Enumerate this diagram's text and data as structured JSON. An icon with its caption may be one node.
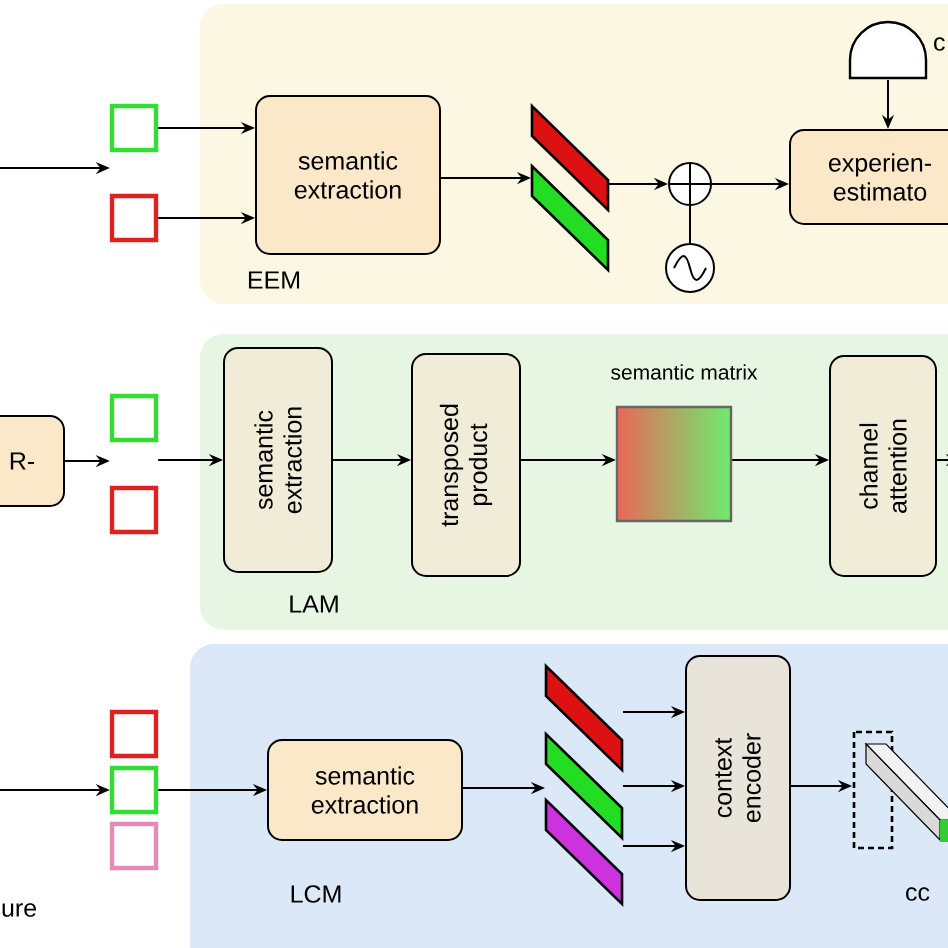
{
  "diagram": {
    "nodes": [
      {
        "text": [
          "EEM"
        ]
      },
      {
        "text": [],
        "shape": "box"
      },
      {
        "text": [],
        "shape": "box"
      },
      {
        "text": [
          "semantic extraction"
        ],
        "in": 0
      },
      {
        "text": [],
        "shape": "parallelogram",
        "in": 0
      },
      {
        "text": [],
        "shape": "parallelogram",
        "in": 0
      },
      {
        "text": [],
        "shape": "circle",
        "in": 0
      },
      {
        "text": [],
        "shape": "circle",
        "in": 0
      },
      {
        "text": [
          "experien- estimato"
        ],
        "in": 0
      },
      {
        "text": [],
        "shape": "semicircle",
        "in": 0
      },
      {
        "text": [
          "LAM"
        ]
      },
      {
        "text": [
          "R-"
        ]
      },
      {
        "text": [],
        "shape": "box"
      },
      {
        "text": [],
        "shape": "box"
      },
      {
        "text": [
          "semantic extraction"
        ],
        "in": 10
      },
      {
        "text": [
          "transposed product"
        ],
        "in": 10
      },
      {
        "text": [
          "semantic matrix"
        ],
        "in": 10
      },
      {
        "text": [
          "channel attention"
        ],
        "in": 10
      },
      {
        "text": [
          "LCM"
        ]
      },
      {
        "text": [],
        "shape": "box"
      },
      {
        "text": [],
        "shape": "box"
      },
      {
        "text": [],
        "shape": "box"
      },
      {
        "text": [
          "semantic extraction"
        ],
        "in": 18
      },
      {
        "text": [],
        "shape": "parallelogram",
        "in": 18
      },
      {
        "text": [],
        "shape": "parallelogram",
        "in": 18
      },
      {
        "text": [],
        "shape": "parallelogram",
        "in": 18
      },
      {
        "text": [
          "context encoder"
        ],
        "in": 18
      },
      {
        "text": [],
        "shape": "cuboid",
        "in": 18
      }
    ],
    "edges": [
      {
        "from": null,
        "to": 1,
        "arrow": "to"
      },
      {
        "from": 1,
        "to": 3,
        "arrow": "to"
      },
      {
        "from": 2,
        "to": 3,
        "arrow": "to"
      },
      {
        "from": 3,
        "to": 5,
        "arrow": "to"
      },
      {
        "from": 4,
        "to": 6,
        "arrow": "to"
      },
      {
        "from": 7,
        "to": 6,
        "arrow": "none"
      },
      {
        "from": 6,
        "to": 8,
        "arrow": "to"
      },
      {
        "from": 9,
        "to": 8,
        "arrow": "to"
      },
      {
        "from": 11,
        "to": 12,
        "arrow": "to"
      },
      {
        "from": 12,
        "to": 14,
        "arrow": "to"
      },
      {
        "from": 14,
        "to": 15,
        "arrow": "to"
      },
      {
        "from": 15,
        "to": 16,
        "arrow": "to"
      },
      {
        "from": 16,
        "to": 17,
        "arrow": "to"
      },
      {
        "from": 17,
        "to": null,
        "arrow": "to"
      },
      {
        "from": null,
        "to": 20,
        "arrow": "to"
      },
      {
        "from": 20,
        "to": 22,
        "arrow": "to"
      },
      {
        "from": 22,
        "to": 24,
        "arrow": "to"
      },
      {
        "from": 23,
        "to": 26,
        "arrow": "to"
      },
      {
        "from": 24,
        "to": 26,
        "arrow": "to"
      },
      {
        "from": 25,
        "to": 26,
        "arrow": "to"
      },
      {
        "from": 26,
        "to": 27,
        "arrow": "to"
      }
    ],
    "labels": [
      "c",
      "ure",
      "cc"
    ]
  }
}
